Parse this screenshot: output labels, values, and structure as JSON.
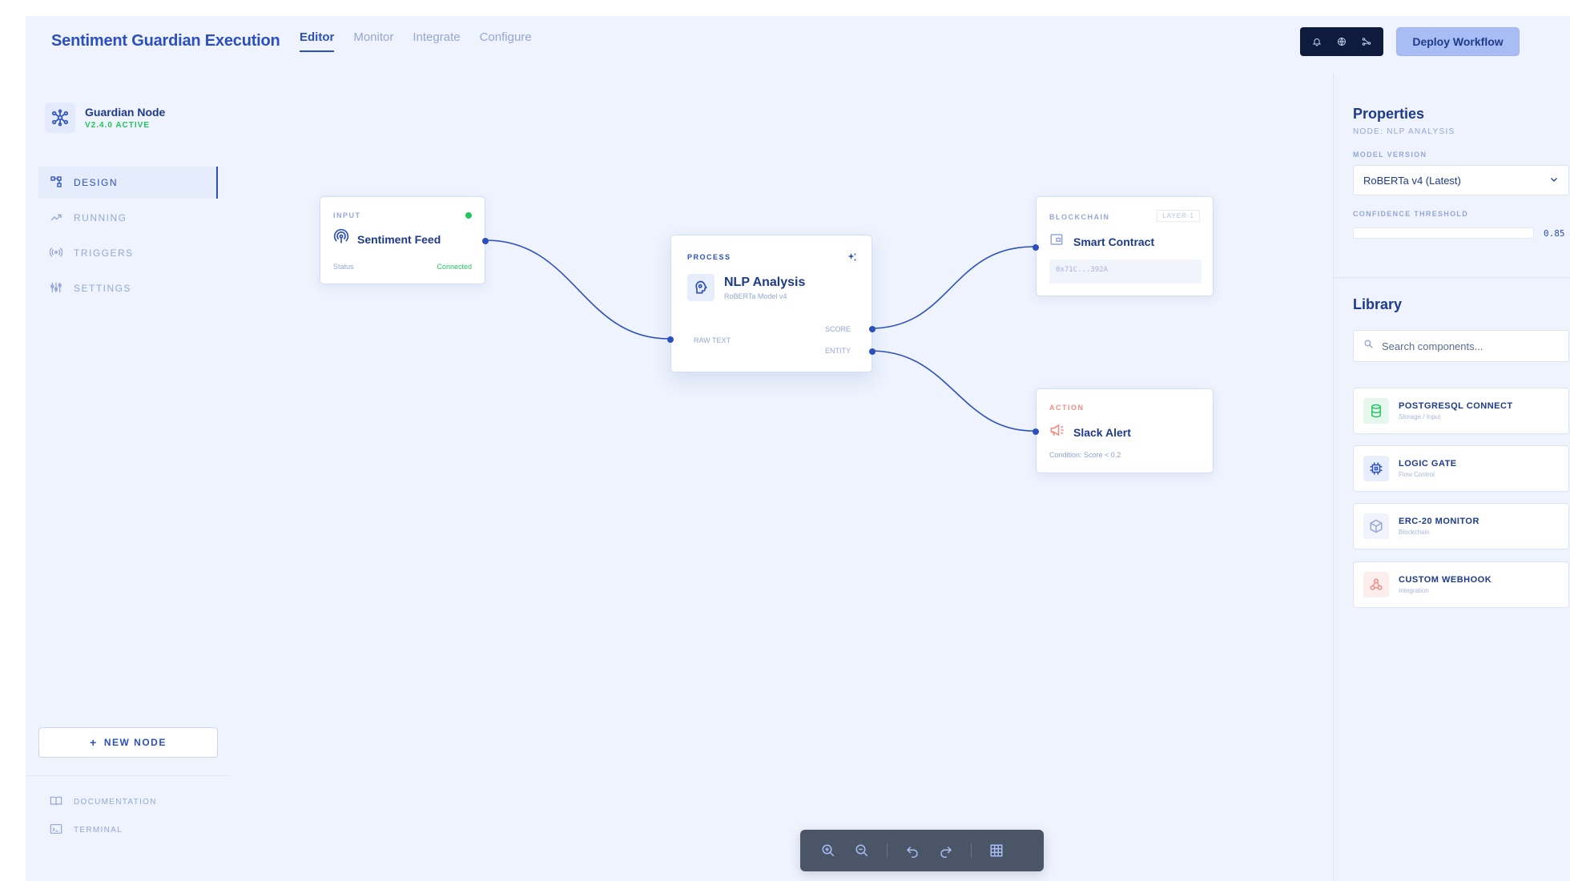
{
  "header": {
    "title": "Sentiment Guardian Execution",
    "tabs": [
      {
        "label": "Editor",
        "active": true
      },
      {
        "label": "Monitor"
      },
      {
        "label": "Integrate"
      },
      {
        "label": "Configure"
      }
    ],
    "icons": [
      "bell-icon",
      "globe-icon",
      "share-icon"
    ],
    "deploy_label": "Deploy Workflow"
  },
  "sidebar": {
    "node_name": "Guardian Node",
    "node_version": "V2.4.0 ACTIVE",
    "items": [
      {
        "label": "DESIGN",
        "icon": "design-icon",
        "active": true
      },
      {
        "label": "RUNNING",
        "icon": "running-icon"
      },
      {
        "label": "TRIGGERS",
        "icon": "triggers-icon"
      },
      {
        "label": "SETTINGS",
        "icon": "settings-icon"
      }
    ],
    "new_node_label": "NEW NODE",
    "footer": [
      {
        "label": "DOCUMENTATION",
        "icon": "book-icon"
      },
      {
        "label": "TERMINAL",
        "icon": "terminal-icon"
      }
    ]
  },
  "canvas": {
    "nodes": {
      "sentiment": {
        "tag": "INPUT",
        "title": "Sentiment Feed",
        "status_label": "Status",
        "status_value": "Connected"
      },
      "nlp": {
        "tag": "PROCESS",
        "title": "NLP Analysis",
        "subtitle": "RoBERTa Model v4",
        "in_port": "RAW TEXT",
        "out_score": "SCORE",
        "out_entity": "ENTITY"
      },
      "contract": {
        "tag": "BLOCKCHAIN",
        "badge": "LAYER-1",
        "title": "Smart Contract",
        "address": "0x71C...392A"
      },
      "slack": {
        "tag": "ACTION",
        "title": "Slack Alert",
        "condition": "Condition: Score < 0.2"
      }
    }
  },
  "properties": {
    "title": "Properties",
    "subtitle": "NODE: NLP ANALYSIS",
    "model_label": "MODEL VERSION",
    "model_value": "RoBERTa v4 (Latest)",
    "confidence_label": "CONFIDENCE THRESHOLD",
    "confidence_value": "0.85"
  },
  "library": {
    "title": "Library",
    "search_placeholder": "Search components...",
    "items": [
      {
        "name": "POSTGRESQL CONNECT",
        "category": "Storage / Input",
        "icon": "database-icon",
        "color": "#22c55e"
      },
      {
        "name": "LOGIC GATE",
        "category": "Flow Control",
        "icon": "chip-icon",
        "color": "#2c4fc0"
      },
      {
        "name": "ERC-20 MONITOR",
        "category": "Blockchain",
        "icon": "cube-icon",
        "color": "#94a7d8"
      },
      {
        "name": "CUSTOM WEBHOOK",
        "category": "Integration",
        "icon": "webhook-icon",
        "color": "#f28b82"
      }
    ]
  },
  "toolbar": {
    "tools": [
      "zoom-in-icon",
      "zoom-out-icon",
      "undo-icon",
      "redo-icon",
      "grid-icon"
    ]
  },
  "colors": {
    "accent": "#2c4fc0",
    "success": "#22c55e",
    "danger": "#f28b82",
    "muted": "#94a7d8",
    "background": "#eef3fd"
  }
}
